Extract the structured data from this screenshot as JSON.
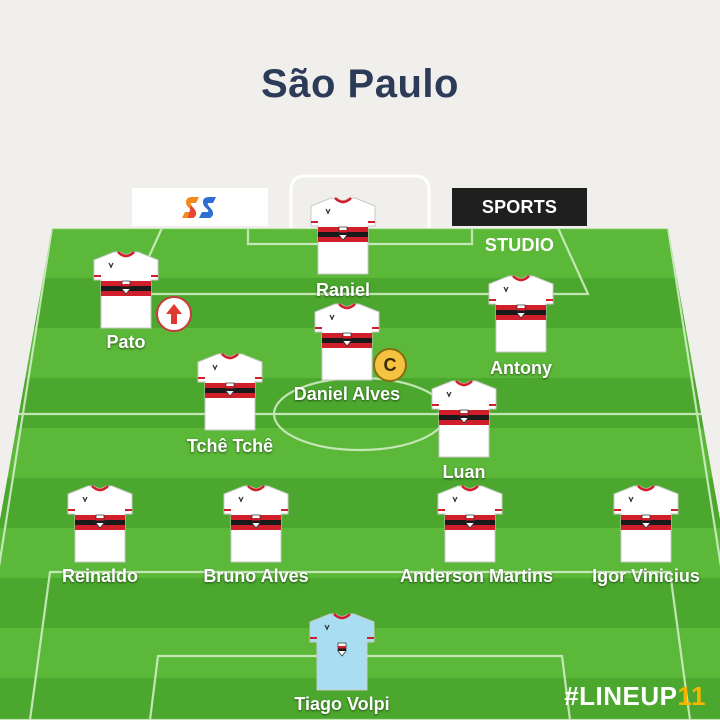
{
  "header": {
    "title": "São Paulo"
  },
  "sponsors": {
    "right_label": "SPORTS STUDIO"
  },
  "players": [
    {
      "name": "Raniel",
      "kit": "outfield",
      "badge": ""
    },
    {
      "name": "Pato",
      "kit": "outfield",
      "badge": "sub-up-arrow-icon"
    },
    {
      "name": "Daniel Alves",
      "kit": "outfield",
      "badge": "captain-icon"
    },
    {
      "name": "Antony",
      "kit": "outfield",
      "badge": ""
    },
    {
      "name": "Tchê Tchê",
      "kit": "outfield",
      "badge": ""
    },
    {
      "name": "Luan",
      "kit": "outfield",
      "badge": ""
    },
    {
      "name": "Reinaldo",
      "kit": "outfield",
      "badge": ""
    },
    {
      "name": "Bruno Alves",
      "kit": "outfield",
      "badge": ""
    },
    {
      "name": "Anderson Martins",
      "kit": "outfield",
      "badge": ""
    },
    {
      "name": "Igor Vinicius",
      "kit": "outfield",
      "badge": ""
    },
    {
      "name": "Tiago Volpi",
      "kit": "goalkeeper",
      "badge": ""
    }
  ],
  "captain_badge": {
    "letter": "C"
  },
  "footer": {
    "hashtag_text": "#LINEUP",
    "hashtag_number": "11"
  },
  "colors": {
    "title": "#2c3b58",
    "grass_light": "#5cb83a",
    "grass_dark": "#4aa52c",
    "shirt_red": "#d01f2b",
    "shirt_black": "#1a1a1a",
    "gk_shirt": "#a9def2",
    "captain_yellow": "#f5c242",
    "accent_yellow": "#f7b500"
  }
}
